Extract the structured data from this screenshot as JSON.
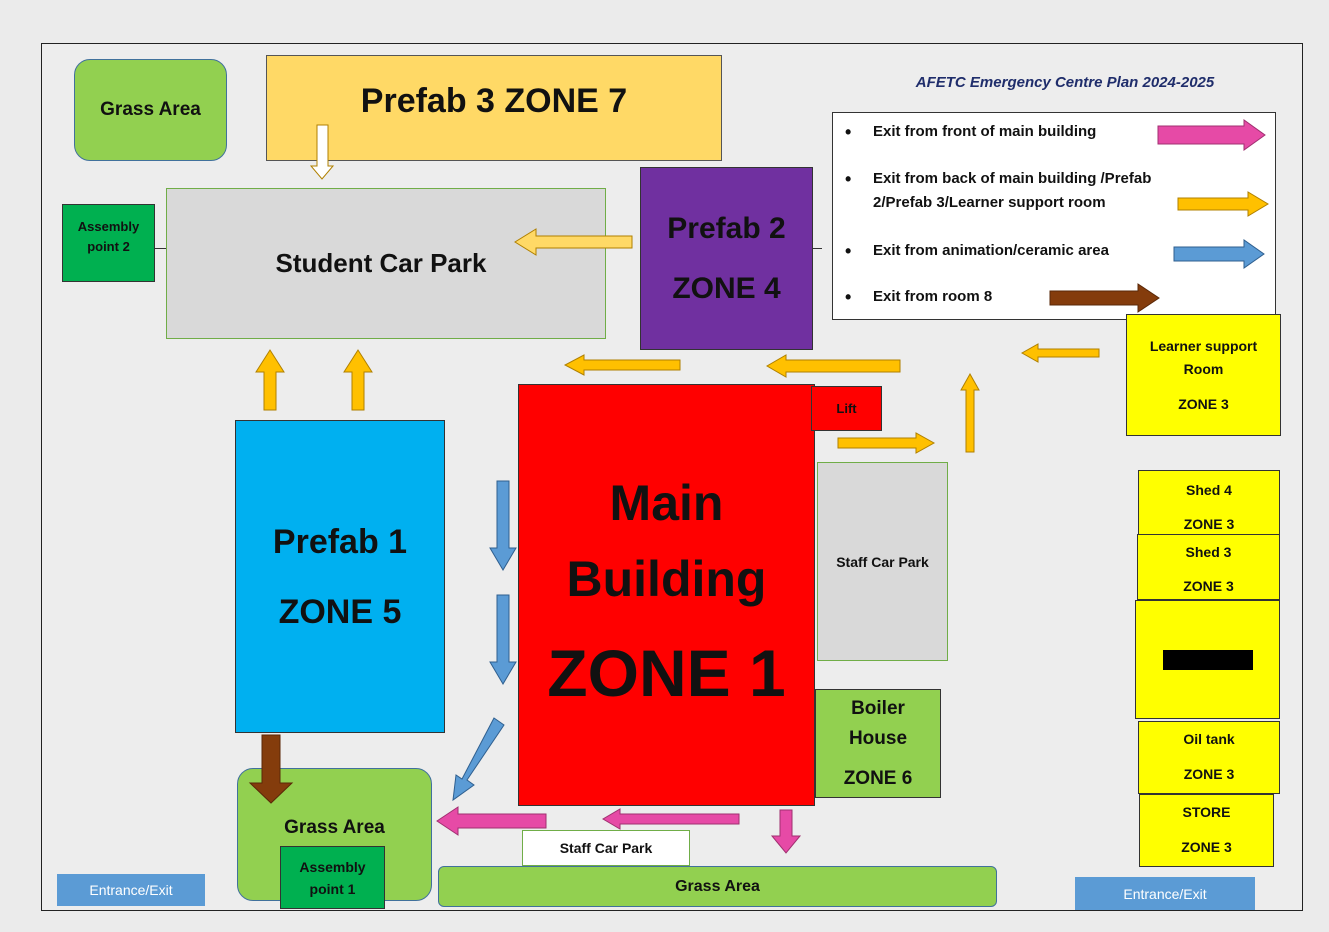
{
  "title": "AFETC Emergency Centre Plan 2024-2025",
  "legend": {
    "items": [
      {
        "label": "Exit from front of main building",
        "color": "#e64aa6"
      },
      {
        "label": "Exit from back of main building /Prefab 2/Prefab 3/Learner support room",
        "color": "#ffc000"
      },
      {
        "label": "Exit from animation/ceramic area",
        "color": "#5b9bd5"
      },
      {
        "label": "Exit from room 8",
        "color": "#843c0c"
      }
    ]
  },
  "areas": {
    "grass_top": "Grass Area",
    "prefab3": "Prefab 3 ZONE 7",
    "assembly2": [
      "Assembly",
      "point 2"
    ],
    "student_car_park": "Student Car Park",
    "prefab2": [
      "Prefab 2",
      "ZONE 4"
    ],
    "learner_support": [
      "Learner support",
      "Room",
      "ZONE 3"
    ],
    "lift": "Lift",
    "prefab1": [
      "Prefab 1",
      "ZONE 5"
    ],
    "main_building": [
      "Main",
      "Building",
      "ZONE 1"
    ],
    "staff_car_park_right": "Staff Car Park",
    "boiler_house": [
      "Boiler",
      "House",
      "ZONE 6"
    ],
    "shed4": [
      "Shed 4",
      "ZONE 3"
    ],
    "shed3": [
      "Shed 3",
      "ZONE 3"
    ],
    "oil_tank": [
      "Oil tank",
      "ZONE 3"
    ],
    "store": [
      "STORE",
      "ZONE 3"
    ],
    "grass_bottom_left": "Grass Area",
    "assembly1": [
      "Assembly",
      "point 1"
    ],
    "staff_car_park_bottom": "Staff Car Park",
    "grass_bottom": "Grass Area",
    "entrance_left": "Entrance/Exit",
    "entrance_right": "Entrance/Exit"
  },
  "colors": {
    "grass": "#92d050",
    "prefab3": "#ffd966",
    "prefab2": "#7030a0",
    "prefab1": "#00b0f0",
    "main": "#ff0000",
    "zone3": "#ffff00",
    "assembly": "#00b050",
    "carpark": "#d9d9d9",
    "entrance": "#5b9bd5"
  }
}
